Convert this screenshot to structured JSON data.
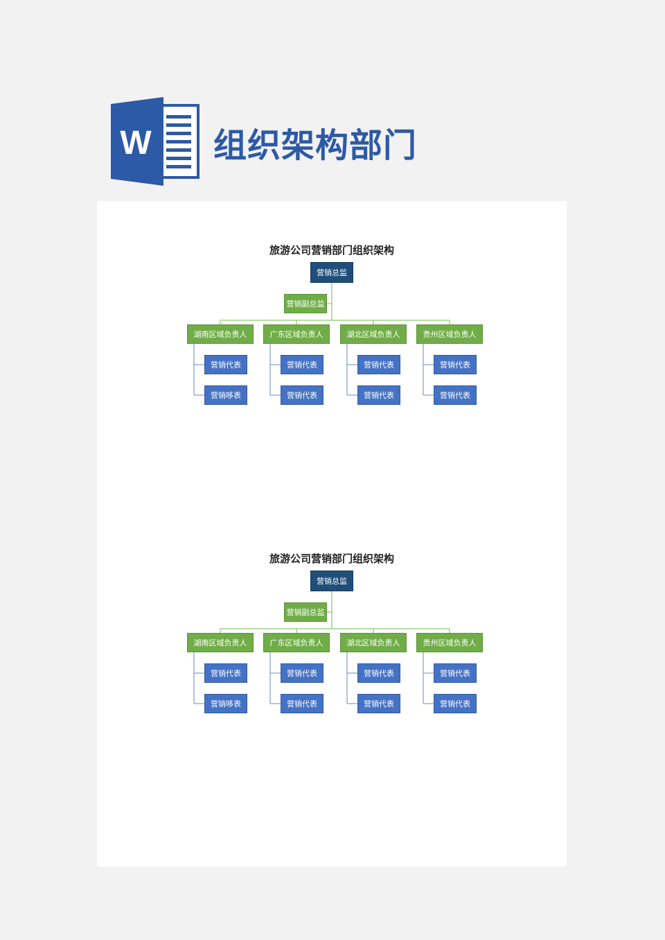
{
  "header": {
    "logo_letter": "W",
    "title": "组织架构部门"
  },
  "charts": [
    {
      "title": "旅游公司营销部门组织架构",
      "director": "营销总监",
      "deputy": "营销副总监",
      "regions": [
        {
          "name": "湖南区域负责人",
          "reps": [
            "营销代表",
            "营销哆表"
          ]
        },
        {
          "name": "广东区域负责人",
          "reps": [
            "营销代表",
            "营销代表"
          ]
        },
        {
          "name": "湖北区域负责人",
          "reps": [
            "营销代表",
            "营销代表"
          ]
        },
        {
          "name": "贵州区域负责人",
          "reps": [
            "营销代表",
            "营销代表"
          ]
        }
      ]
    },
    {
      "title": "旅游公司营销部门组织架构",
      "director": "营销总监",
      "deputy": "营销副总监",
      "regions": [
        {
          "name": "湖南区域负责人",
          "reps": [
            "营销代表",
            "营销哆表"
          ]
        },
        {
          "name": "广东区域负责人",
          "reps": [
            "营销代表",
            "营销代表"
          ]
        },
        {
          "name": "湖北区域负责人",
          "reps": [
            "营销代表",
            "营销代表"
          ]
        },
        {
          "name": "贵州区域负责人",
          "reps": [
            "营销代表",
            "营销代表"
          ]
        }
      ]
    }
  ],
  "colors": {
    "brand_blue": "#2d5aa6",
    "director_box": "#1f4e79",
    "region_box": "#70ad47",
    "rep_box": "#4472c4"
  }
}
